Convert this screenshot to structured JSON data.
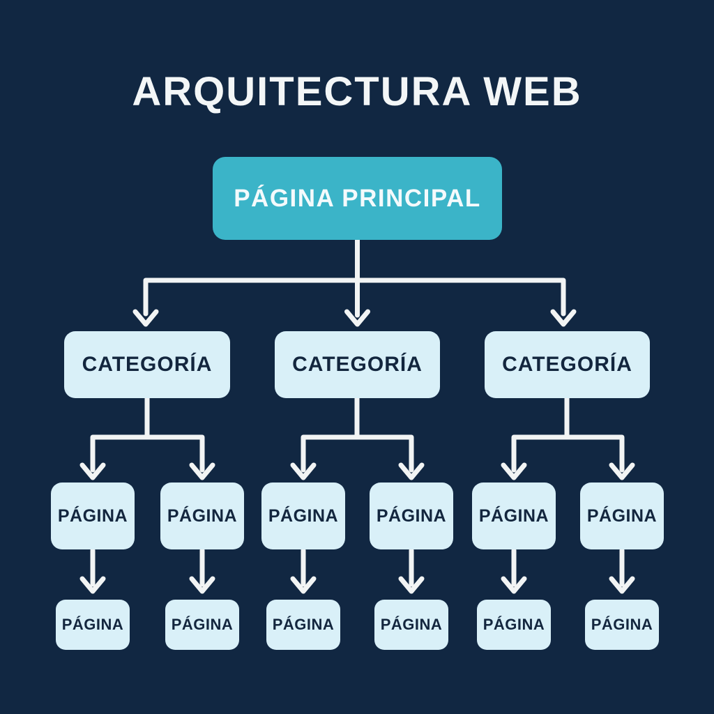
{
  "title": "ARQUITECTURA WEB",
  "colors": {
    "background": "#112742",
    "root_box": "#3bb4c8",
    "child_box": "#d9f0f8",
    "dark_text": "#13263e",
    "light_text": "#f3f6f7",
    "arrow": "#f2f4f4"
  },
  "tree": {
    "root": {
      "label": "PÁGINA PRINCIPAL"
    },
    "categories": [
      {
        "label": "CATEGORÍA",
        "pages": [
          {
            "label": "PÁGINA",
            "subpage": {
              "label": "PÁGINA"
            }
          },
          {
            "label": "PÁGINA",
            "subpage": {
              "label": "PÁGINA"
            }
          }
        ]
      },
      {
        "label": "CATEGORÍA",
        "pages": [
          {
            "label": "PÁGINA",
            "subpage": {
              "label": "PÁGINA"
            }
          },
          {
            "label": "PÁGINA",
            "subpage": {
              "label": "PÁGINA"
            }
          }
        ]
      },
      {
        "label": "CATEGORÍA",
        "pages": [
          {
            "label": "PÁGINA",
            "subpage": {
              "label": "PÁGINA"
            }
          },
          {
            "label": "PÁGINA",
            "subpage": {
              "label": "PÁGINA"
            }
          }
        ]
      }
    ]
  }
}
